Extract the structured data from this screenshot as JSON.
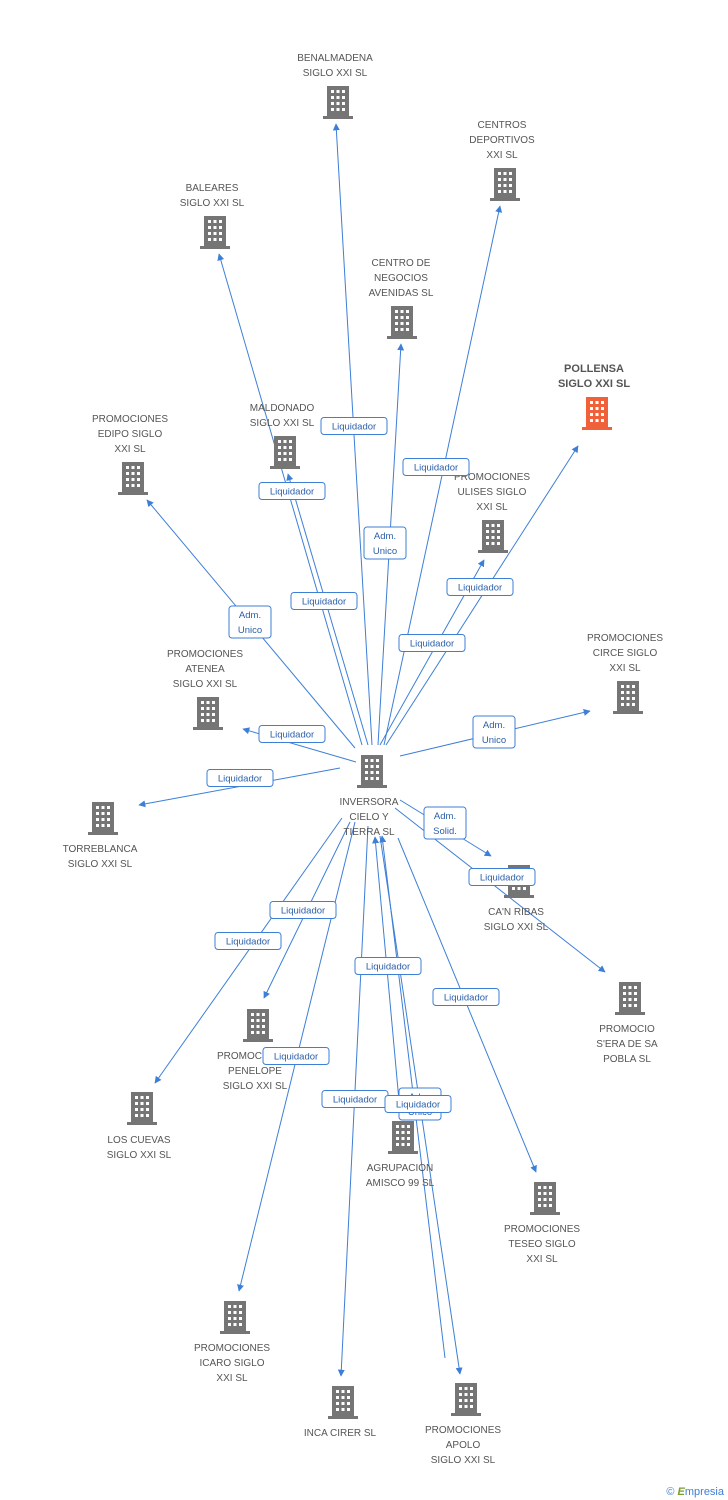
{
  "colors": {
    "building": "#757575",
    "focus": "#f0613a",
    "edge": "#3d7fd6",
    "label": "#555555"
  },
  "footer": {
    "copyright": "©",
    "brand_initial": "E",
    "brand_rest": "mpresia"
  },
  "nodes": [
    {
      "id": "inversora",
      "lines": [
        "INVERSORA",
        "CIELO Y",
        "TIERRA SL"
      ]
    },
    {
      "id": "benalmadena",
      "lines": [
        "BENALMADENA",
        "SIGLO XXI SL"
      ]
    },
    {
      "id": "centros",
      "lines": [
        "CENTROS",
        "DEPORTIVOS",
        "XXI SL"
      ]
    },
    {
      "id": "baleares",
      "lines": [
        "BALEARES",
        "SIGLO XXI SL"
      ]
    },
    {
      "id": "centro_negocios",
      "lines": [
        "CENTRO DE",
        "NEGOCIOS",
        "AVENIDAS SL"
      ]
    },
    {
      "id": "pollensa",
      "lines": [
        "POLLENSA",
        "SIGLO XXI SL"
      ],
      "focus": true
    },
    {
      "id": "maldonado",
      "lines": [
        "MALDONADO",
        "SIGLO XXI SL"
      ]
    },
    {
      "id": "edipo",
      "lines": [
        "PROMOCIONES",
        "EDIPO SIGLO",
        "XXI SL"
      ]
    },
    {
      "id": "ulises",
      "lines": [
        "PROMOCIONES",
        "ULISES SIGLO",
        "XXI SL"
      ]
    },
    {
      "id": "circe",
      "lines": [
        "PROMOCIONES",
        "CIRCE SIGLO",
        "XXI SL"
      ]
    },
    {
      "id": "atenea",
      "lines": [
        "PROMOCIONES",
        "ATENEA",
        "SIGLO XXI SL"
      ]
    },
    {
      "id": "torreblanca",
      "lines": [
        "TORREBLANCA",
        "SIGLO XXI SL"
      ]
    },
    {
      "id": "canribas",
      "lines": [
        "CA'N RIBAS",
        "SIGLO XXI SL"
      ]
    },
    {
      "id": "sera",
      "lines": [
        "PROMOCIO",
        "S'ERA DE SA",
        "POBLA SL"
      ]
    },
    {
      "id": "penelope",
      "lines": [
        "PROMOCIONES",
        "PENELOPE",
        "SIGLO XXI SL"
      ]
    },
    {
      "id": "cuevas",
      "lines": [
        "LOS CUEVAS",
        "SIGLO XXI SL"
      ]
    },
    {
      "id": "amisco",
      "lines": [
        "AGRUPACION",
        "AMISCO 99 SL"
      ]
    },
    {
      "id": "teseo",
      "lines": [
        "PROMOCIONES",
        "TESEO SIGLO",
        "XXI SL"
      ]
    },
    {
      "id": "icaro",
      "lines": [
        "PROMOCIONES",
        "ICARO SIGLO",
        "XXI SL"
      ]
    },
    {
      "id": "inca",
      "lines": [
        "INCA CIRER SL"
      ]
    },
    {
      "id": "apolo",
      "lines": [
        "PROMOCIONES",
        "APOLO",
        "SIGLO XXI SL"
      ]
    }
  ],
  "edges": [
    {
      "to": "benalmadena",
      "label": [
        "Liquidador"
      ]
    },
    {
      "to": "baleares",
      "label": [
        "Liquidador"
      ]
    },
    {
      "to": "centro_negocios",
      "label": [
        "Adm.",
        "Unico"
      ]
    },
    {
      "to": "centros",
      "label": [
        "Liquidador"
      ]
    },
    {
      "to": "pollensa",
      "label": [
        "Liquidador"
      ]
    },
    {
      "to": "maldonado",
      "label": [
        "Liquidador"
      ]
    },
    {
      "to": "edipo",
      "label": [
        "Adm.",
        "Unico"
      ]
    },
    {
      "to": "ulises",
      "label": [
        "Liquidador"
      ]
    },
    {
      "to": "circe",
      "label": [
        "Adm.",
        "Unico"
      ]
    },
    {
      "to": "atenea",
      "label": [
        "Liquidador"
      ]
    },
    {
      "to": "torreblanca",
      "label": [
        "Liquidador"
      ]
    },
    {
      "to": "canribas",
      "label": [
        "Adm.",
        "Solid."
      ]
    },
    {
      "to": "sera",
      "label": [
        "Liquidador"
      ]
    },
    {
      "to": "penelope",
      "label": [
        "Liquidador"
      ]
    },
    {
      "to": "cuevas",
      "label": [
        "Liquidador"
      ]
    },
    {
      "to": "icaro",
      "label": [
        "Liquidador"
      ]
    },
    {
      "to": "inca",
      "label": [
        "Liquidador"
      ]
    },
    {
      "to": "teseo",
      "label": [
        "Liquidador"
      ]
    },
    {
      "from": "amisco",
      "to": "inversora",
      "label": [
        "Liquidador"
      ]
    },
    {
      "from": "apolo",
      "to": "inversora",
      "label": [
        "Adm.",
        "Unico"
      ]
    },
    {
      "to": "apolo",
      "label": [
        "Liquidador"
      ]
    }
  ]
}
